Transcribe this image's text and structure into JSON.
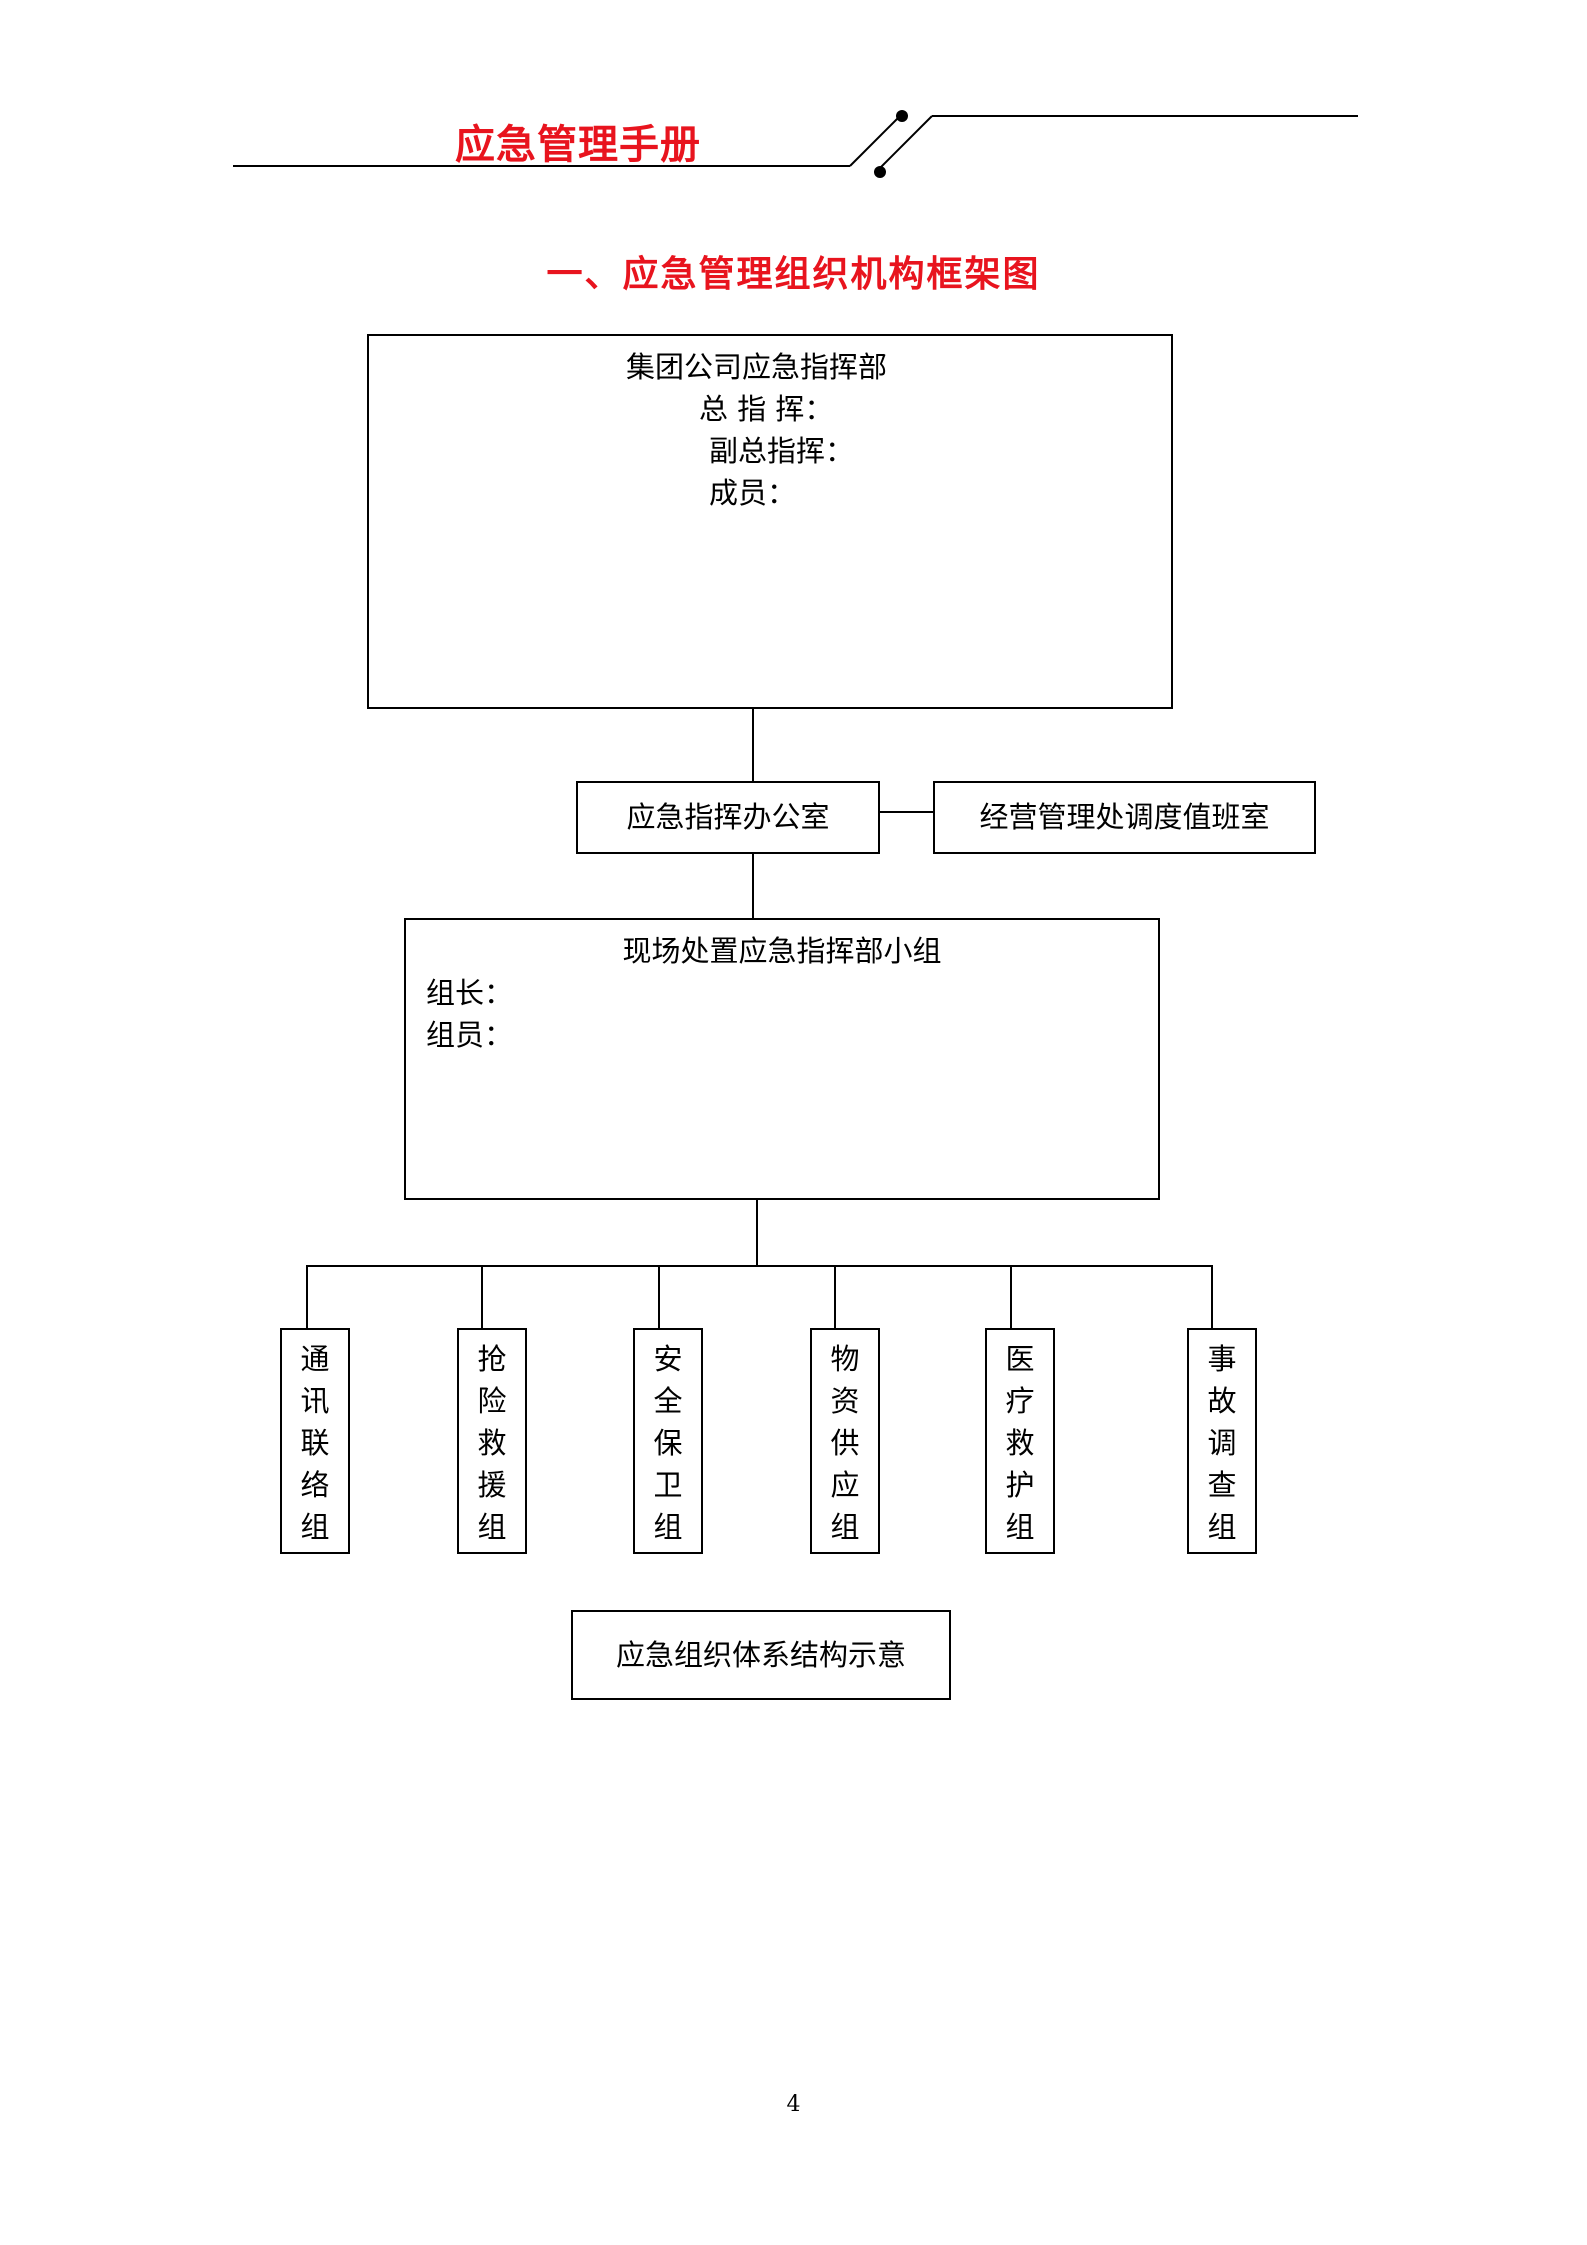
{
  "header": {
    "title": "应急管理手册"
  },
  "section_title": "一、应急管理组织机构框架图",
  "hq": {
    "title": "集团公司应急指挥部",
    "commander": "总 指 挥：",
    "deputy": "副总指挥：",
    "members": "成员："
  },
  "office": {
    "label": "应急指挥办公室"
  },
  "duty_room": {
    "label": "经营管理处调度值班室"
  },
  "onsite": {
    "title": "现场处置应急指挥部小组",
    "leader": "组长：",
    "members": "组员："
  },
  "groups": [
    {
      "chars": [
        "通",
        "讯",
        "联",
        "络",
        "组"
      ]
    },
    {
      "chars": [
        "抢",
        "险",
        "救",
        "援",
        "组"
      ]
    },
    {
      "chars": [
        "安",
        "全",
        "保",
        "卫",
        "组"
      ]
    },
    {
      "chars": [
        "物",
        "资",
        "供",
        "应",
        "组"
      ]
    },
    {
      "chars": [
        "医",
        "疗",
        "救",
        "护",
        "组"
      ]
    },
    {
      "chars": [
        "事",
        "故",
        "调",
        "查",
        "组"
      ]
    }
  ],
  "caption": "应急组织体系结构示意",
  "page_number": "4"
}
